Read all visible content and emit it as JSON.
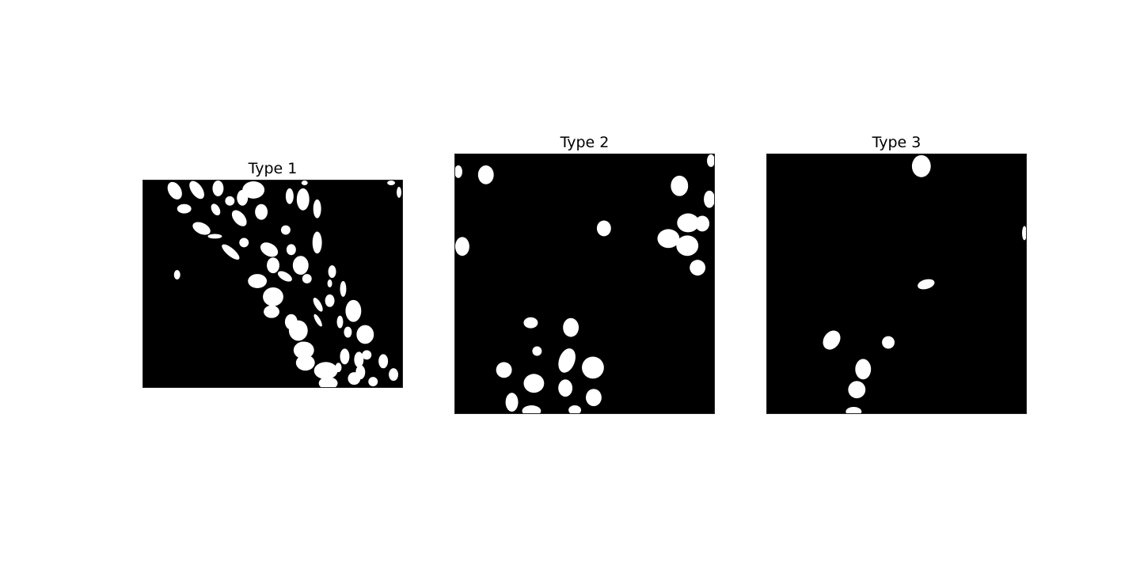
{
  "figure": {
    "background_color": "#ffffff",
    "mask_background": "#000000",
    "mask_foreground": "#ffffff",
    "panels": [
      {
        "title": "Type 1"
      },
      {
        "title": "Type 2"
      },
      {
        "title": "Type 3"
      }
    ]
  }
}
